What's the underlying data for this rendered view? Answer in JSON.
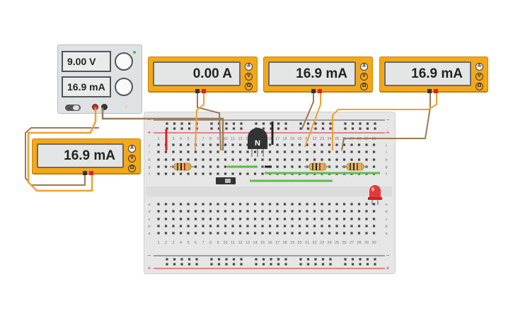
{
  "power_supply": {
    "voltage": "9.00 V",
    "current": "16.9 mA"
  },
  "meters": [
    {
      "id": "meter-top-left",
      "value": "0.00 A",
      "mode": "A"
    },
    {
      "id": "meter-top-middle",
      "value": "16.9 mA",
      "mode": "A"
    },
    {
      "id": "meter-top-right",
      "value": "16.9 mA",
      "mode": "A"
    },
    {
      "id": "meter-side-left",
      "value": "16.9 mA",
      "mode": "A"
    }
  ],
  "meter_knobs": [
    "A",
    "V",
    "Ω"
  ],
  "transistor": {
    "label": "N"
  },
  "breadboard": {
    "column_numbers": [
      "1",
      "2",
      "3",
      "4",
      "5",
      "6",
      "7",
      "8",
      "9",
      "10",
      "11",
      "12",
      "13",
      "14",
      "15",
      "16",
      "17",
      "18",
      "19",
      "20",
      "21",
      "22",
      "23",
      "24",
      "25",
      "26",
      "27",
      "28",
      "29",
      "30"
    ],
    "row_letters_top": [
      "j",
      "i",
      "h",
      "g",
      "f"
    ],
    "row_letters_bottom": [
      "e",
      "d",
      "c",
      "b",
      "a"
    ],
    "rail_minus": "−",
    "rail_plus": "+"
  },
  "colors": {
    "meter_body": "#f3a81b",
    "wire_brown": "#9b7a55",
    "wire_orange": "#f0a030",
    "wire_green": "#5ac048",
    "wire_red": "#d02424",
    "wire_black": "#222222"
  }
}
